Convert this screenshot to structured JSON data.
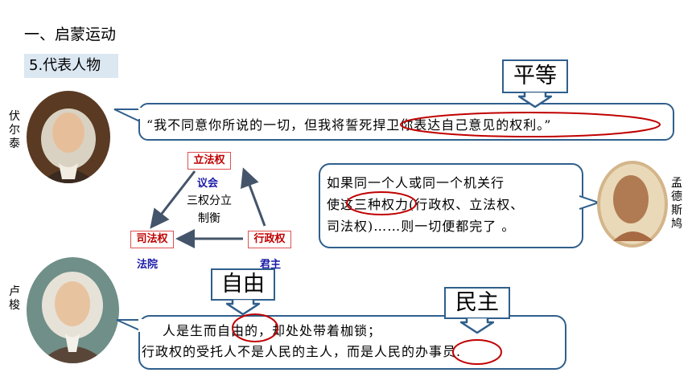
{
  "section_title": "一、启蒙运动",
  "subtitle": "5.代表人物",
  "people": {
    "voltaire": "伏尔泰",
    "montesquieu": "孟德斯鸠",
    "rousseau": "卢梭"
  },
  "callouts": {
    "equality": "平等",
    "freedom": "自由",
    "democracy": "民主"
  },
  "voltaire_quote": {
    "before": "“我不同意你所说的一切，但我将",
    "highlight": "誓死捍卫你表达自己意见的权利。",
    "after": "”"
  },
  "montesquieu_quote": {
    "line1": "如果同一个人或同一个机关行",
    "line2": "使这三种权力(行政权、立法权、",
    "line3": "司法权)……则一切便都完了 。"
  },
  "rousseau_quote": {
    "line1": "人是生而自由的，却处处带着枷锁；",
    "line2": "行政权的受托人不是人民的主人，而是人民的办事员."
  },
  "separation_of_powers": {
    "legislative": "立法权",
    "legislative_body": "议会",
    "executive": "行政权",
    "executive_body": "君主",
    "judicial": "司法权",
    "judicial_body": "法院",
    "center_line1": "三权分立",
    "center_line2": "制衡"
  },
  "colors": {
    "accent_blue": "#2f5f8c",
    "highlight_red": "#c00000",
    "label_blue": "#1a1aa8",
    "subtitle_bg": "#dbe7f1"
  }
}
